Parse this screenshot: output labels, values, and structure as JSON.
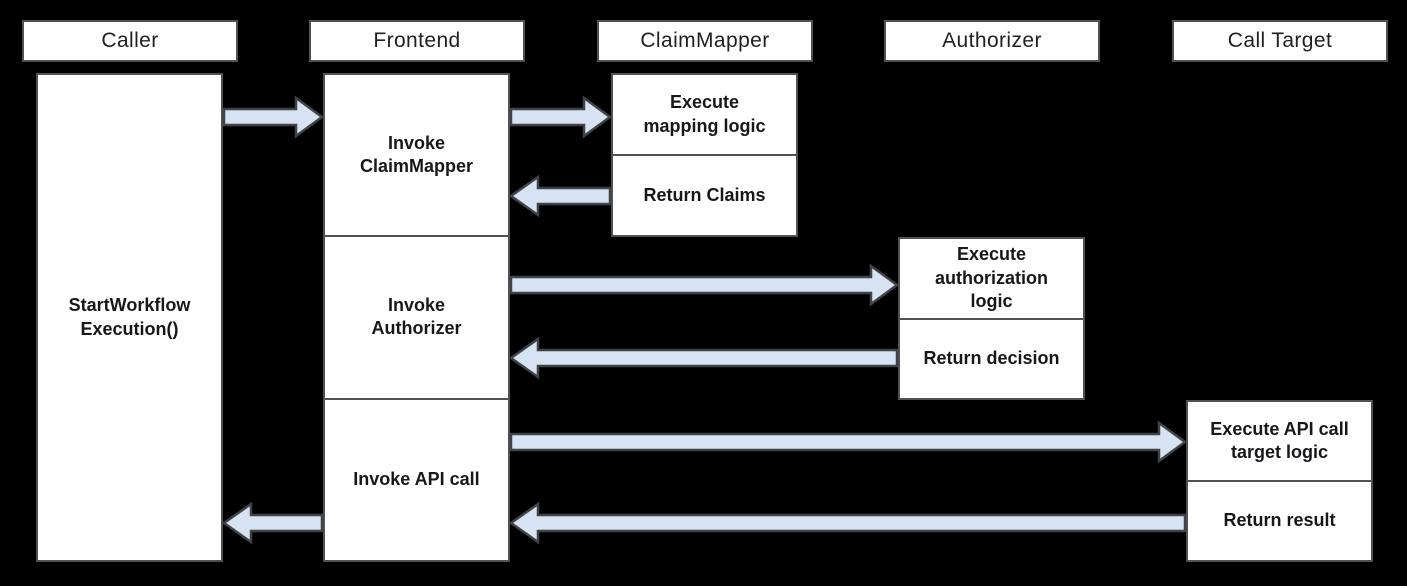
{
  "colors": {
    "background": "#000000",
    "box_fill": "#ffffff",
    "box_border": "#4f5154",
    "arrow_fill": "#d7e3f2",
    "arrow_stroke": "#3f4347",
    "text": "#1f2023"
  },
  "lanes": [
    {
      "label": "Caller"
    },
    {
      "label": "Frontend"
    },
    {
      "label": "ClaimMapper"
    },
    {
      "label": "Authorizer"
    },
    {
      "label": "Call Target"
    }
  ],
  "activations": {
    "caller": {
      "label": "StartWorkflow\nExecution()"
    },
    "frontend": {
      "steps": [
        {
          "label": "Invoke\nClaimMapper"
        },
        {
          "label": "Invoke\nAuthorizer"
        },
        {
          "label": "Invoke API call"
        }
      ]
    },
    "claimmapper": {
      "steps": [
        {
          "label": "Execute\nmapping logic"
        },
        {
          "label": "Return Claims"
        }
      ]
    },
    "authorizer": {
      "steps": [
        {
          "label": "Execute\nauthorization\nlogic"
        },
        {
          "label": "Return decision"
        }
      ]
    },
    "call_target": {
      "steps": [
        {
          "label": "Execute API call\ntarget logic"
        },
        {
          "label": "Return result"
        }
      ]
    }
  },
  "arrows": [
    {
      "from": "Caller",
      "to": "Frontend",
      "direction": "right"
    },
    {
      "from": "Frontend",
      "to": "ClaimMapper",
      "direction": "right"
    },
    {
      "from": "ClaimMapper",
      "to": "Frontend",
      "direction": "left"
    },
    {
      "from": "Frontend",
      "to": "Authorizer",
      "direction": "right"
    },
    {
      "from": "Authorizer",
      "to": "Frontend",
      "direction": "left"
    },
    {
      "from": "Frontend",
      "to": "Call Target",
      "direction": "right"
    },
    {
      "from": "Call Target",
      "to": "Frontend",
      "direction": "left"
    },
    {
      "from": "Frontend",
      "to": "Caller",
      "direction": "left"
    }
  ]
}
